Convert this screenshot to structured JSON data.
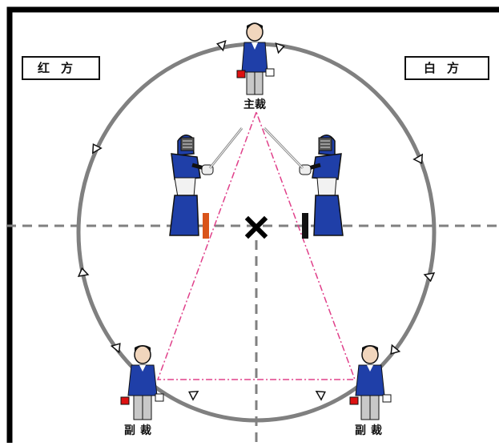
{
  "labels": {
    "red_side": "红方",
    "white_side": "白方"
  },
  "referees": {
    "chief": "主裁",
    "sub_left": "副裁",
    "sub_right": "副裁"
  },
  "colors": {
    "red_flag": "#dd1111",
    "white_flag": "#ffffff",
    "red_start_line": "#d9541a",
    "white_start_line": "#111111",
    "court_line": "#808080",
    "sightline": "#e0408a",
    "uniform": "#1f3fa8"
  },
  "icons": {
    "center_mark": "x-mark",
    "movement_arrows": "triangle-arrow"
  }
}
